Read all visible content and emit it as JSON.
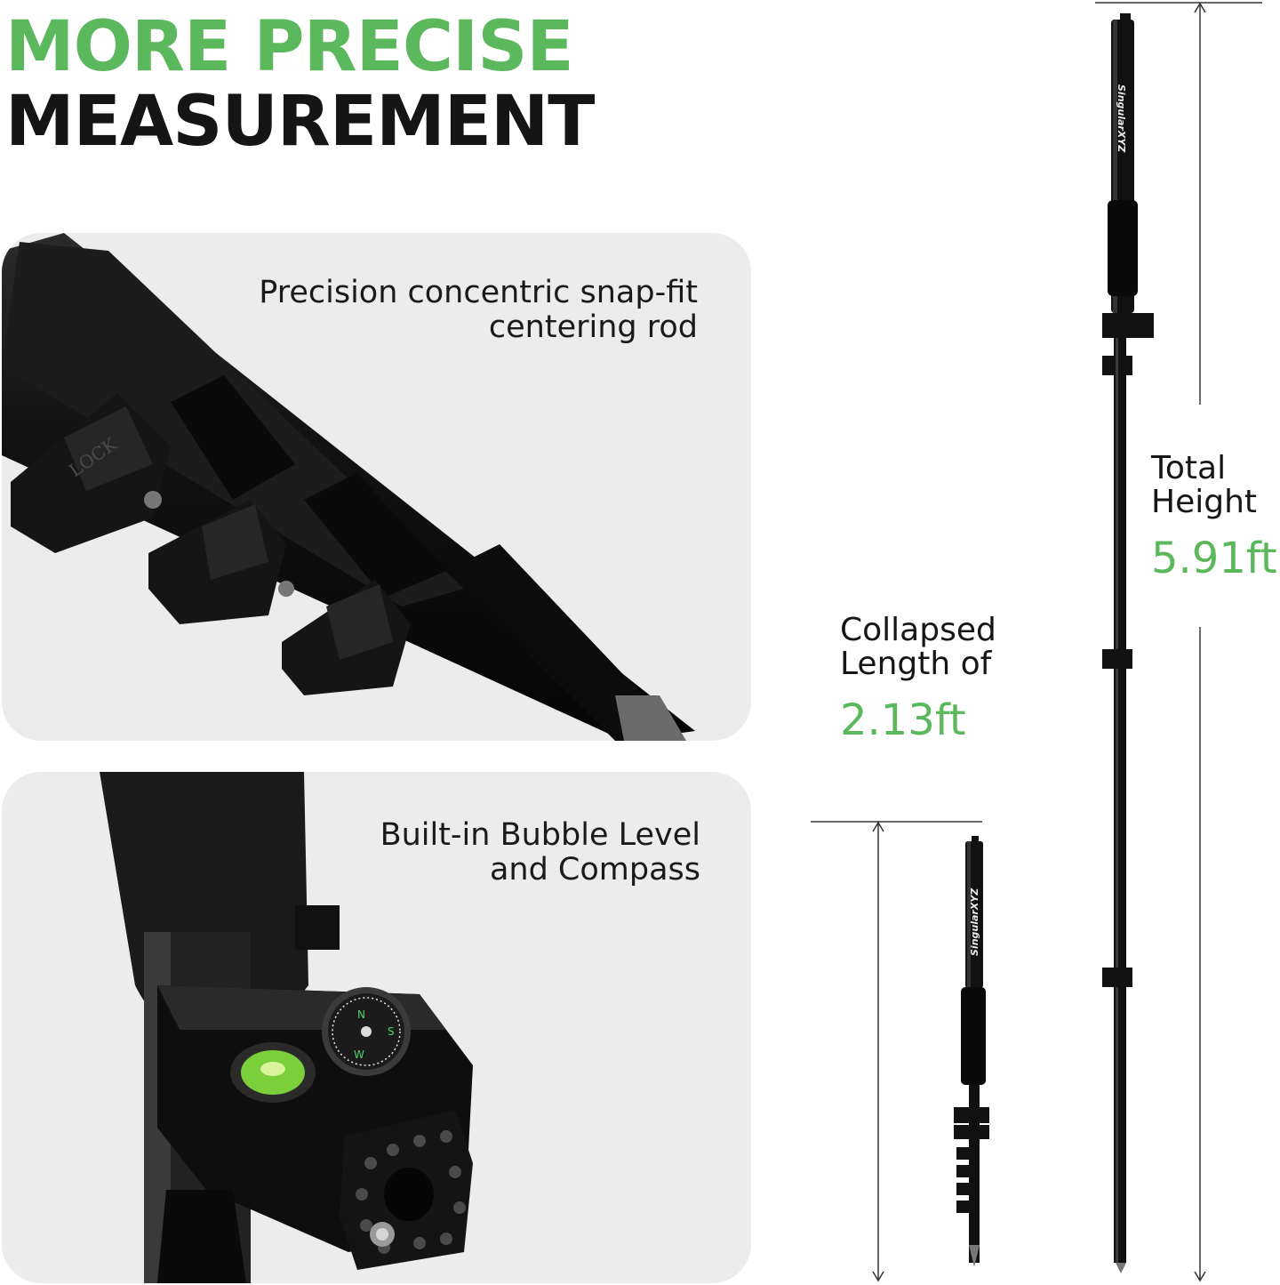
{
  "headline": {
    "line1": "MORE PRECISE",
    "line2": "MEASUREMENT"
  },
  "panels": [
    {
      "caption_line1": "Precision concentric snap-fit",
      "caption_line2": "centering rod",
      "lock_mark": "LOCK"
    },
    {
      "caption_line1": "Built-in Bubble Level",
      "caption_line2": "and  Compass"
    }
  ],
  "dimensions": {
    "total_label_line1": "Total",
    "total_label_line2": "Height",
    "total_value": "5.91ft",
    "collapsed_label_line1": "Collapsed",
    "collapsed_label_line2": "Length of",
    "collapsed_value": "2.13ft"
  },
  "brand": "SingularXYZ",
  "colors": {
    "accent": "#5cb85c",
    "panel": "#ececec",
    "rod": "#111111"
  }
}
